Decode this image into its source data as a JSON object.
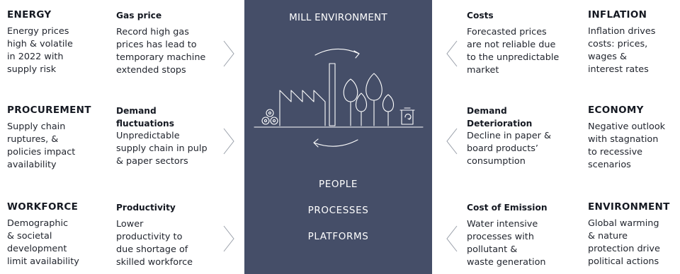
{
  "left": [
    {
      "category": "ENERGY",
      "cat_text": [
        "Energy prices",
        "high & volatile",
        "in 2022 with",
        "supply risk"
      ],
      "sub_title": [
        "Gas price"
      ],
      "sub_text": [
        "Record high gas",
        "prices has lead to",
        "temporary machine",
        "extended stops"
      ]
    },
    {
      "category": "PROCUREMENT",
      "cat_text": [
        "Supply chain",
        "ruptures, &",
        "policies impact",
        "availability"
      ],
      "sub_title": [
        "Demand",
        "fluctuations"
      ],
      "sub_text": [
        "Unpredictable",
        "supply chain in pulp",
        "& paper sectors"
      ]
    },
    {
      "category": "WORKFORCE",
      "cat_text": [
        "Demographic",
        "& societal",
        "development",
        "limit availability"
      ],
      "sub_title": [
        "Productivity"
      ],
      "sub_text": [
        "Lower",
        "productivity to",
        "due shortage of",
        "skilled workforce"
      ]
    }
  ],
  "right": [
    {
      "category": "INFLATION",
      "cat_text": [
        "Inflation drives",
        "costs: prices,",
        "wages &",
        "interest rates"
      ],
      "sub_title": [
        "Costs"
      ],
      "sub_text": [
        "Forecasted prices",
        "are not reliable due",
        "to the unpredictable",
        "market"
      ]
    },
    {
      "category": "ECONOMY",
      "cat_text": [
        "Negative outlook",
        "with stagnation",
        "to recessive",
        "scenarios"
      ],
      "sub_title": [
        "Demand",
        "Deterioration"
      ],
      "sub_text": [
        "Decline in paper &",
        "board products’",
        "consumption"
      ]
    },
    {
      "category": "ENVIRONMENT",
      "cat_text": [
        "Global warming",
        "& nature",
        "protection drive",
        "political actions"
      ],
      "sub_title": [
        "Cost of Emission"
      ],
      "sub_text": [
        "Water intensive",
        "processes with",
        "pollutant &",
        "waste generation"
      ]
    }
  ],
  "center": {
    "title": "MILL ENVIRONMENT",
    "labels": [
      "PEOPLE",
      "PROCESSES",
      "PLATFORMS"
    ]
  },
  "colors": {
    "panel": "#454e68",
    "chevron": "#9aa0aa",
    "text": "#22262f"
  },
  "icons": [
    "factory-icon",
    "paper-rolls-icon",
    "trees-icon",
    "recycle-bin-icon",
    "cycle-arrow-icon",
    "chevron-right-icon",
    "chevron-left-icon"
  ]
}
